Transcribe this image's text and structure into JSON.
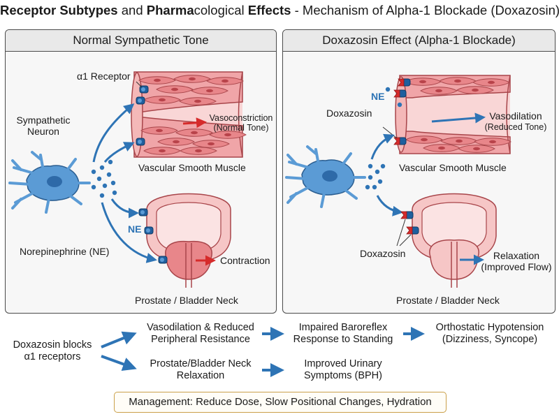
{
  "title": {
    "part1": "Receptor Subtypes",
    "part2": " and ",
    "part3": "Pharma",
    "part4": "cological ",
    "part5": "Effects",
    "part6": " - Mechanism of Alpha-1 Blockade (Doxazosin)"
  },
  "left_panel": {
    "heading": "Normal Sympathetic Tone",
    "alpha_receptor_label": "α1 Receptor",
    "neuron_label_1": "Sympathetic",
    "neuron_label_2": "Neuron",
    "vasoconstriction_1": "Vasoconstriction",
    "vasoconstriction_2": "(Normal Tone)",
    "vessel_label": "Vascular Smooth Muscle",
    "ne_label": "NE",
    "norepinephrine_label": "Norepinephrine (NE)",
    "contraction_label": "Contraction",
    "prostate_label": "Prostate / Bladder Neck"
  },
  "right_panel": {
    "heading": "Doxazosin Effect (Alpha-1 Blockade)",
    "ne_label": "NE",
    "doxazosin_top": "Doxazosin",
    "vasodilation_1": "Vasodilation",
    "vasodilation_2": "(Reduced Tone)",
    "vessel_label": "Vascular Smooth Muscle",
    "doxazosin_bottom": "Doxazosin",
    "relaxation_1": "Relaxation",
    "relaxation_2": "(Improved Flow)",
    "prostate_label": "Prostate / Bladder Neck"
  },
  "flow": {
    "start_1": "Doxazosin blocks",
    "start_2": "α1 receptors",
    "top_1a": "Vasodilation & Reduced",
    "top_1b": "Peripheral Resistance",
    "top_2a": "Impaired Baroreflex",
    "top_2b": "Response to Standing",
    "top_3a": "Orthostatic Hypotension",
    "top_3b": "(Dizziness, Syncope)",
    "bottom_1a": "Prostate/Bladder Neck",
    "bottom_1b": "Relaxation",
    "bottom_2a": "Improved Urinary",
    "bottom_2b": "Symptoms (BPH)"
  },
  "management": "Management: Reduce Dose, Slow Positional Changes, Hydration",
  "colors": {
    "neuron": "#5b9bd5",
    "receptor": "#1f5f9e",
    "blocker": "#d62b2b",
    "arrow_blue": "#2e74b5",
    "arrow_red": "#d62b2b",
    "muscle": "#e8868a",
    "tissue": "#f6c6c6",
    "management_border": "#caa049"
  }
}
